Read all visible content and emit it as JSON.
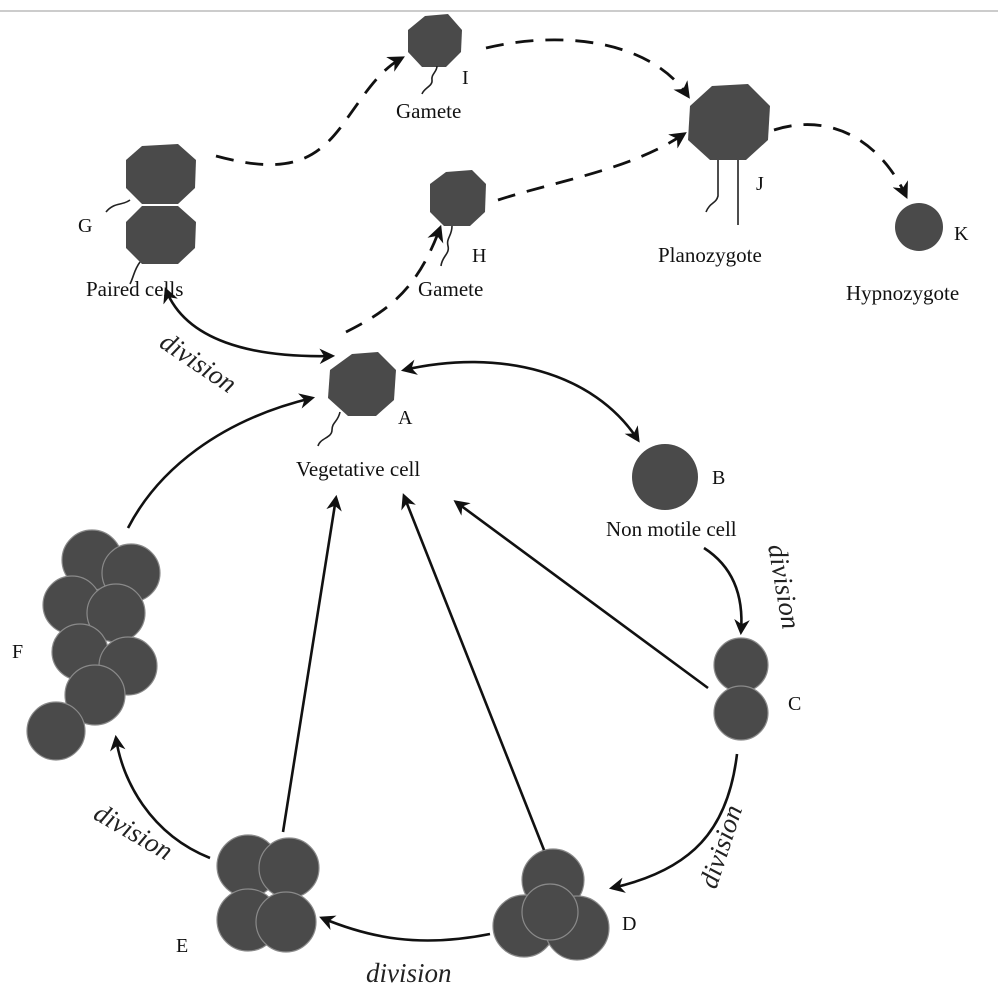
{
  "colors": {
    "cell": "#4a4a4a",
    "line": "#111111",
    "background": "#ffffff"
  },
  "labels": {
    "a_letter": "A",
    "a_name": "Vegetative cell",
    "b_letter": "B",
    "b_name": "Non motile cell",
    "c_letter": "C",
    "d_letter": "D",
    "e_letter": "E",
    "f_letter": "F",
    "g_letter": "G",
    "g_name": "Paired cells",
    "h_letter": "H",
    "h_name": "Gamete",
    "i_letter": "I",
    "i_name": "Gamete",
    "j_letter": "J",
    "j_name": "Planozygote",
    "k_letter": "K",
    "k_name": "Hypnozygote"
  },
  "division_labels": {
    "g_a": "division",
    "b_c": "division",
    "c_d": "division",
    "d_e": "division",
    "e_f": "division"
  }
}
